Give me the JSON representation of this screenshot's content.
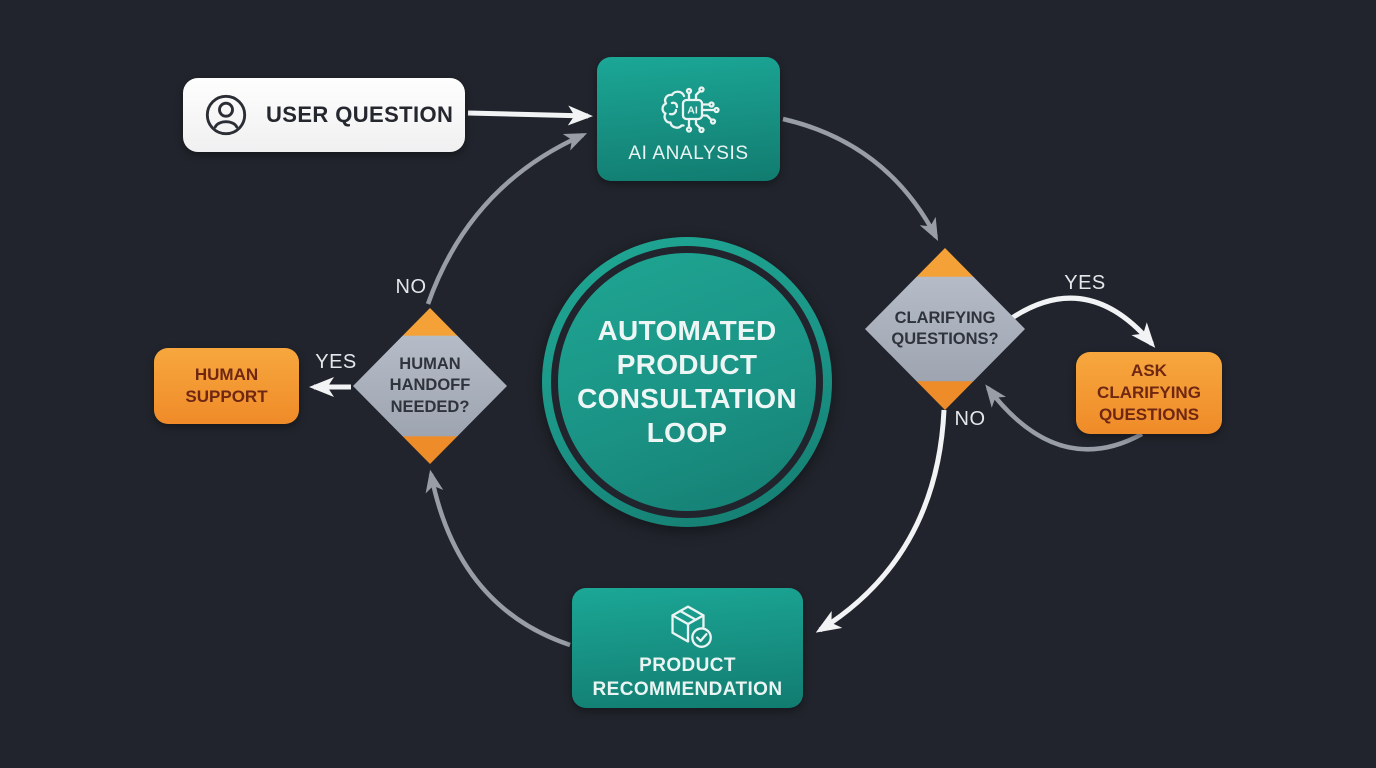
{
  "colors": {
    "background": "#21242C",
    "teal": "#1A9C8D",
    "orange": "#F49B33",
    "diamond_gray": "#A9B0BC",
    "arrow_white": "#F2F3F5",
    "arrow_gray": "#989DA6"
  },
  "center_circle": {
    "title": "AUTOMATED PRODUCT CONSULTATION LOOP"
  },
  "nodes": {
    "user_question": {
      "label": "USER QUESTION",
      "icon": "user-icon",
      "type": "start"
    },
    "ai_analysis": {
      "label": "AI ANALYSIS",
      "icon": "ai-brain-chip-icon",
      "type": "process"
    },
    "clarifying_questions": {
      "label": "CLARIFYING QUESTIONS?",
      "type": "decision"
    },
    "ask_clarifying_questions": {
      "label": "ASK CLARIFYING QUESTIONS",
      "type": "action"
    },
    "product_recommendation": {
      "label": "PRODUCT RECOMMENDATION",
      "icon": "package-check-icon",
      "type": "process"
    },
    "human_handoff": {
      "label": "HUMAN HANDOFF NEEDED?",
      "type": "decision"
    },
    "human_support": {
      "label": "HUMAN SUPPORT",
      "type": "action"
    }
  },
  "edges": [
    {
      "from": "user_question",
      "to": "ai_analysis",
      "label": ""
    },
    {
      "from": "ai_analysis",
      "to": "clarifying_questions",
      "label": ""
    },
    {
      "from": "clarifying_questions",
      "to": "ask_clarifying_questions",
      "label": "YES"
    },
    {
      "from": "ask_clarifying_questions",
      "to": "clarifying_questions",
      "label": ""
    },
    {
      "from": "clarifying_questions",
      "to": "product_recommendation",
      "label": "NO"
    },
    {
      "from": "product_recommendation",
      "to": "human_handoff",
      "label": ""
    },
    {
      "from": "human_handoff",
      "to": "ai_analysis",
      "label": "NO"
    },
    {
      "from": "human_handoff",
      "to": "human_support",
      "label": "YES"
    }
  ],
  "ai_chip_text": "AI"
}
